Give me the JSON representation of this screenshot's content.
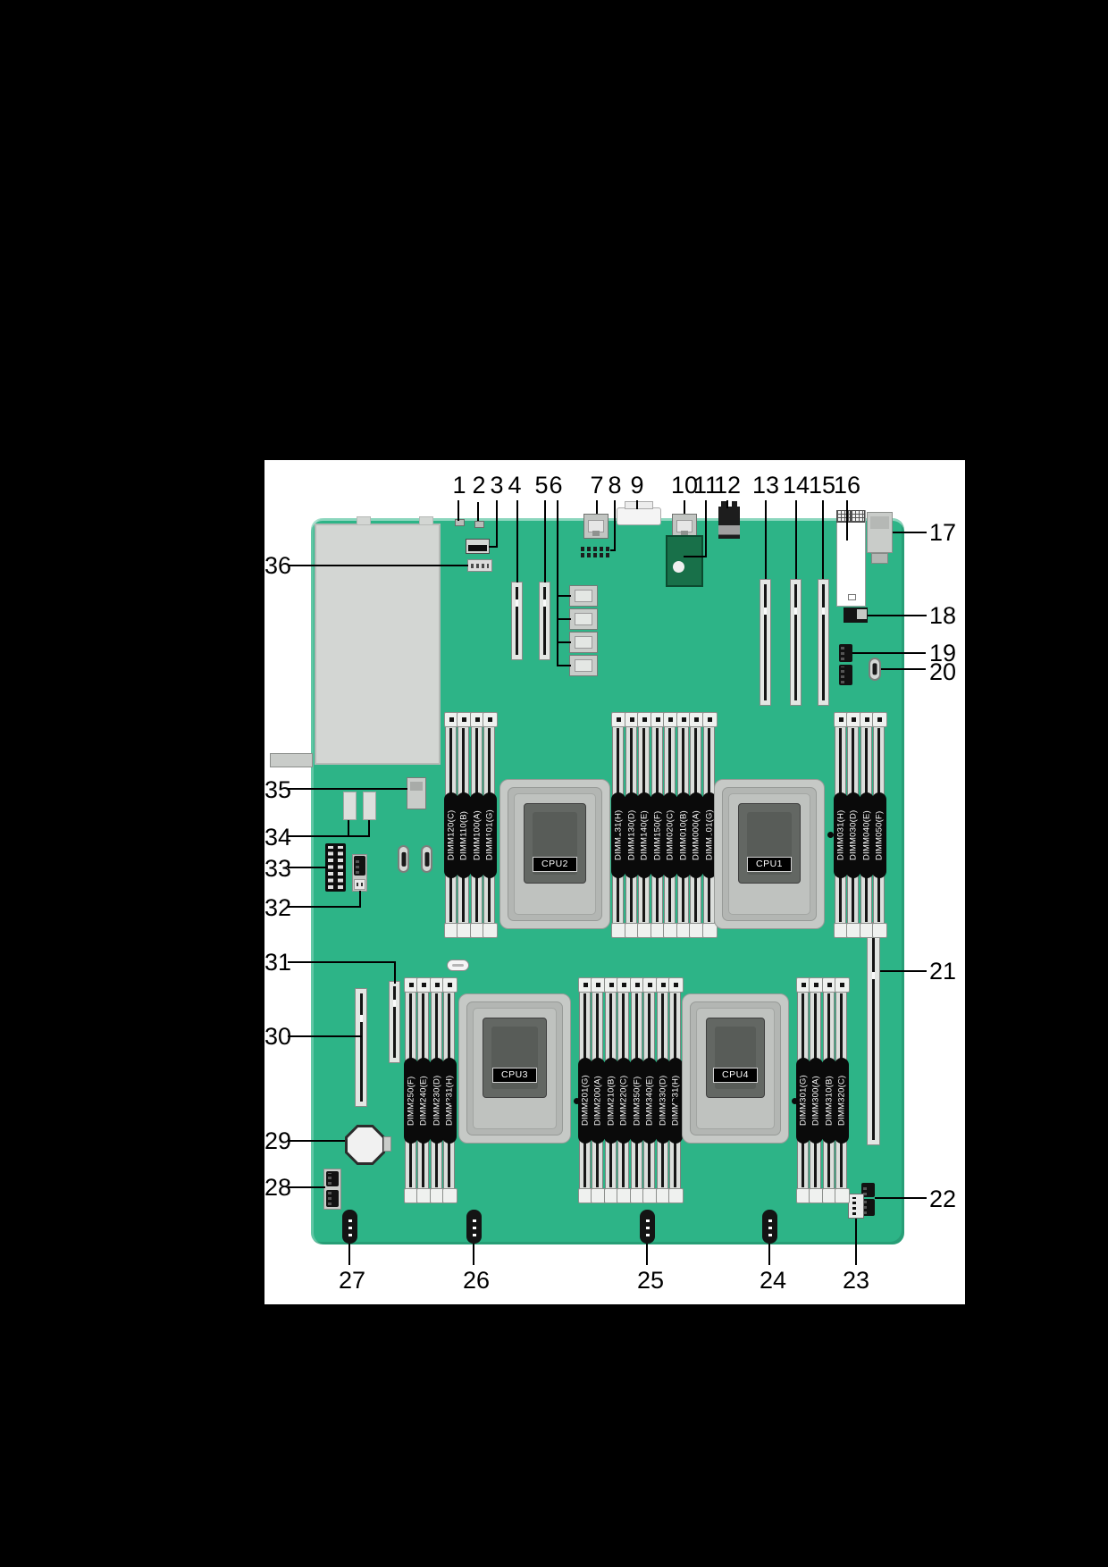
{
  "figure": {
    "kind": "server-mainboard-callout-diagram",
    "background_color": "#000000",
    "canvas_color": "#ffffff"
  },
  "colors": {
    "board_green": "#2db487",
    "tpm_green": "#187049",
    "slot_label_black": "#0a0a0a"
  },
  "cpus": [
    {
      "id": "cpu2",
      "label": "CPU2"
    },
    {
      "id": "cpu1",
      "label": "CPU1"
    },
    {
      "id": "cpu3",
      "label": "CPU3"
    },
    {
      "id": "cpu4",
      "label": "CPU4"
    }
  ],
  "dimm_groups": [
    {
      "id": "top-left",
      "labels": [
        "DIMM120(C)",
        "DIMM110(B)",
        "DIMM100(A)",
        "DIMM101(G)"
      ]
    },
    {
      "id": "top-middle",
      "labels": [
        "DIMM131(H)",
        "DIMM130(D)",
        "DIMM140(E)",
        "DIMM150(F)",
        "DIMM020(C)",
        "DIMM010(B)",
        "DIMM000(A)",
        "DIMM001(G)"
      ]
    },
    {
      "id": "top-right",
      "labels": [
        "DIMM031(H)",
        "DIMM030(D)",
        "DIMM040(E)",
        "DIMM050(F)"
      ]
    },
    {
      "id": "bottom-left",
      "labels": [
        "DIMM250(F)",
        "DIMM240(E)",
        "DIMM230(D)",
        "DIMM231(H)"
      ]
    },
    {
      "id": "bottom-middle",
      "labels": [
        "DIMM201(G)",
        "DIMM200(A)",
        "DIMM210(B)",
        "DIMM220(C)",
        "DIMM350(F)",
        "DIMM340(E)",
        "DIMM330(D)",
        "DIMM331(H)"
      ]
    },
    {
      "id": "bottom-right",
      "labels": [
        "DIMM301(G)",
        "DIMM300(A)",
        "DIMM310(B)",
        "DIMM320(C)"
      ]
    }
  ],
  "callouts": [
    {
      "n": "1"
    },
    {
      "n": "2"
    },
    {
      "n": "3"
    },
    {
      "n": "4"
    },
    {
      "n": "5"
    },
    {
      "n": "6"
    },
    {
      "n": "7"
    },
    {
      "n": "8"
    },
    {
      "n": "9"
    },
    {
      "n": "10"
    },
    {
      "n": "11"
    },
    {
      "n": "12"
    },
    {
      "n": "13"
    },
    {
      "n": "14"
    },
    {
      "n": "15"
    },
    {
      "n": "16"
    },
    {
      "n": "17"
    },
    {
      "n": "18"
    },
    {
      "n": "19"
    },
    {
      "n": "20"
    },
    {
      "n": "21"
    },
    {
      "n": "22"
    },
    {
      "n": "23"
    },
    {
      "n": "24"
    },
    {
      "n": "25"
    },
    {
      "n": "26"
    },
    {
      "n": "27"
    },
    {
      "n": "28"
    },
    {
      "n": "29"
    },
    {
      "n": "30"
    },
    {
      "n": "31"
    },
    {
      "n": "32"
    },
    {
      "n": "33"
    },
    {
      "n": "34"
    },
    {
      "n": "35"
    },
    {
      "n": "36"
    }
  ]
}
